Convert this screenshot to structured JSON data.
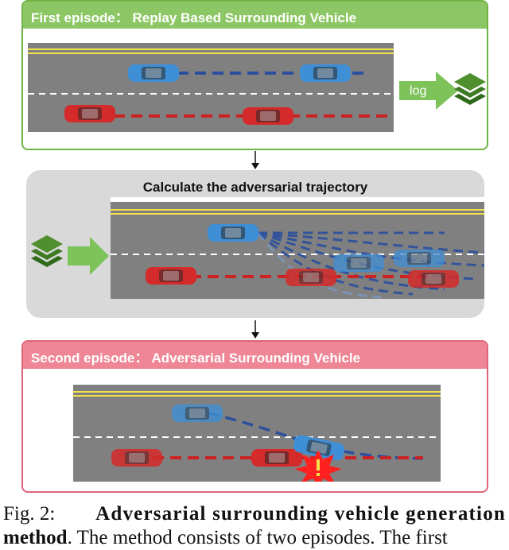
{
  "panels": {
    "first": {
      "title": "First episode： Replay Based Surrounding Vehicle",
      "log_label": "log"
    },
    "calc": {
      "title": "Calculate the adversarial trajectory"
    },
    "second": {
      "title": "Second episode： Adversarial Surrounding Vehicle"
    }
  },
  "caption": {
    "prefix": "Fig. 2:",
    "bold_line1": "Adversarial surrounding vehicle generation",
    "bold_line2": "method",
    "rest_line2": ". The method consists of two episodes. The first"
  },
  "colors": {
    "road": "#808080",
    "lane_yellow": "#f4e24a",
    "lane_white": "#ffffff",
    "blue_car": "#3f8fd6",
    "red_car": "#d52a2a",
    "blue_path": "#2b4f9e",
    "red_path": "#cc2222",
    "green_arrow": "#7dc35a",
    "crash": "#ff2020"
  },
  "icons": [
    "layers-icon",
    "right-arrow-icon",
    "down-arrow-icon",
    "crash-icon"
  ]
}
